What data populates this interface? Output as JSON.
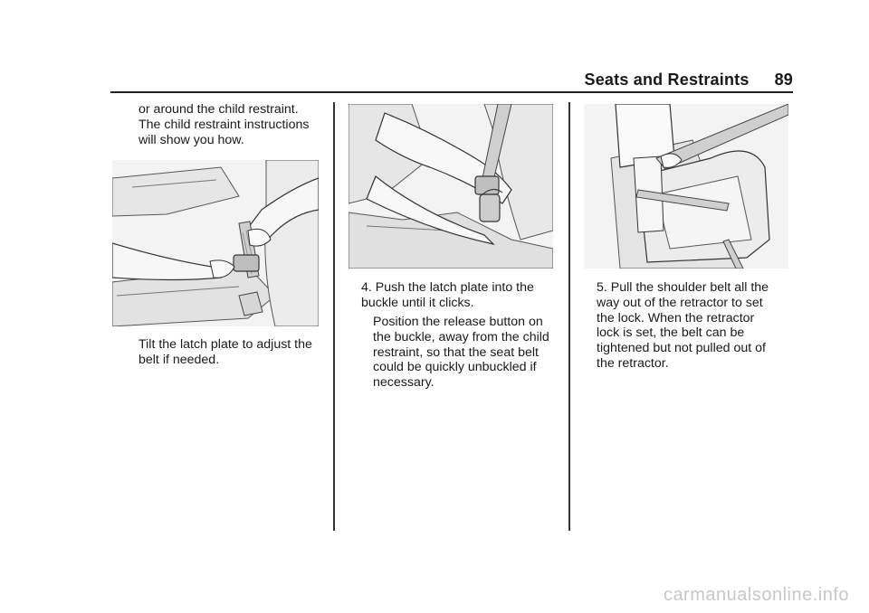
{
  "header": {
    "section_title": "Seats and Restraints",
    "page_number": "89"
  },
  "column1": {
    "intro_lines": [
      "or around the child restraint.",
      "The child restraint instructions",
      "will show you how."
    ],
    "caption_lines": [
      "Tilt the latch plate to adjust the",
      "belt if needed."
    ]
  },
  "column2": {
    "step4_lines": [
      "4. Push the latch plate into the",
      "buckle until it clicks."
    ],
    "detail_lines": [
      "Position the release button on",
      "the buckle, away from the child",
      "restraint, so that the seat belt",
      "could be quickly unbuckled if",
      "necessary."
    ]
  },
  "column3": {
    "step5_lines": [
      "5. Pull the shoulder belt all the",
      "way out of the retractor to set",
      "the lock. When the retractor",
      "lock is set, the belt can be",
      "tightened but not pulled out of",
      "the retractor."
    ]
  },
  "footer": {
    "watermark": "carmanualsonline.info"
  }
}
